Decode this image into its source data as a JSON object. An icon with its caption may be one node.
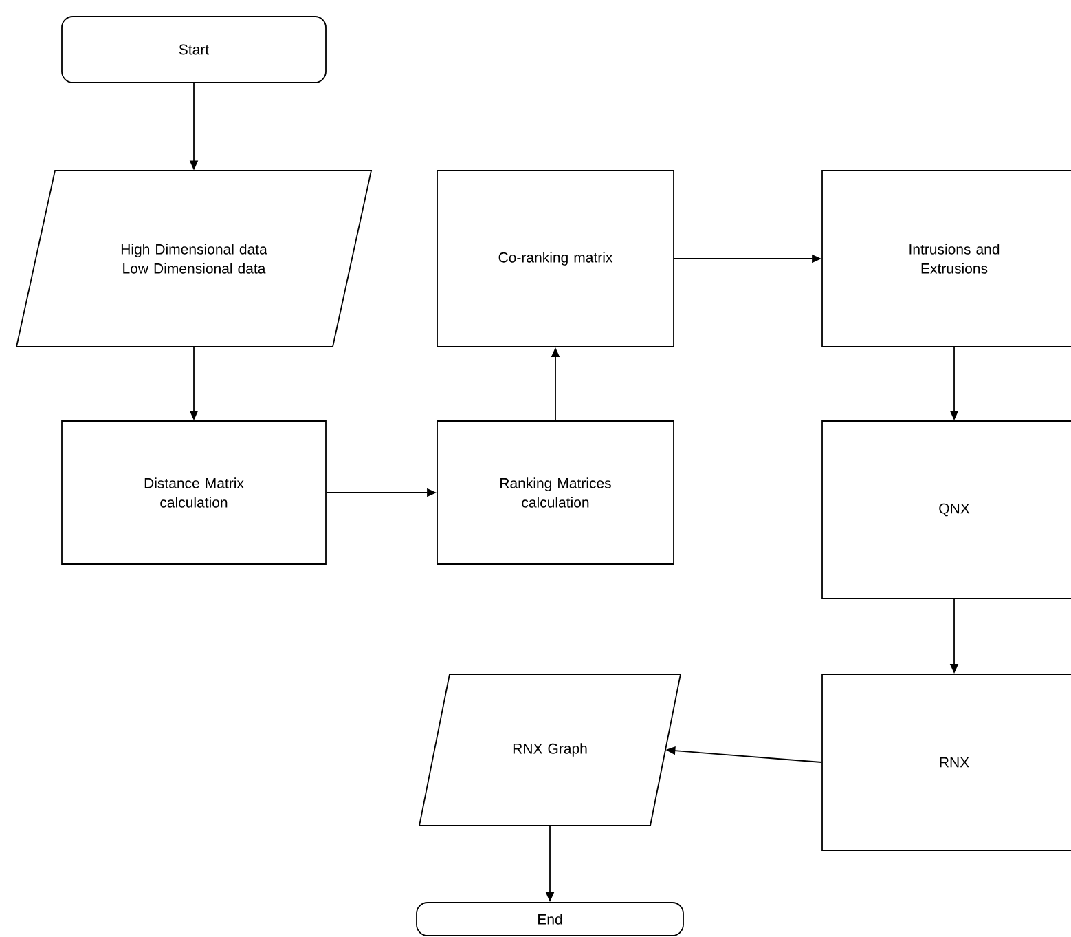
{
  "diagram": {
    "nodes": [
      {
        "text": [
          "Start"
        ]
      },
      {
        "text": [
          "High Dimensional data Low Dimensional data"
        ]
      },
      {
        "text": [
          "Distance Matrix calculation"
        ]
      },
      {
        "text": [
          "Ranking Matrices calculation"
        ]
      },
      {
        "text": [
          "Co-ranking matrix"
        ]
      },
      {
        "text": [
          "Intrusions and Extrusions"
        ]
      },
      {
        "text": [
          "QNX"
        ]
      },
      {
        "text": [
          "RNX"
        ]
      },
      {
        "text": [
          "RNX Graph"
        ]
      },
      {
        "text": [
          "End"
        ]
      }
    ],
    "edges": [
      {
        "from": 0,
        "to": 1,
        "arrow": "to"
      },
      {
        "from": 1,
        "to": 2,
        "arrow": "to"
      },
      {
        "from": 2,
        "to": 3,
        "arrow": "to"
      },
      {
        "from": 3,
        "to": 4,
        "arrow": "to"
      },
      {
        "from": 4,
        "to": 5,
        "arrow": "to"
      },
      {
        "from": 5,
        "to": 6,
        "arrow": "to"
      },
      {
        "from": 6,
        "to": 7,
        "arrow": "to"
      },
      {
        "from": 7,
        "to": 8,
        "arrow": "to"
      },
      {
        "from": 8,
        "to": 9,
        "arrow": "to"
      }
    ]
  }
}
